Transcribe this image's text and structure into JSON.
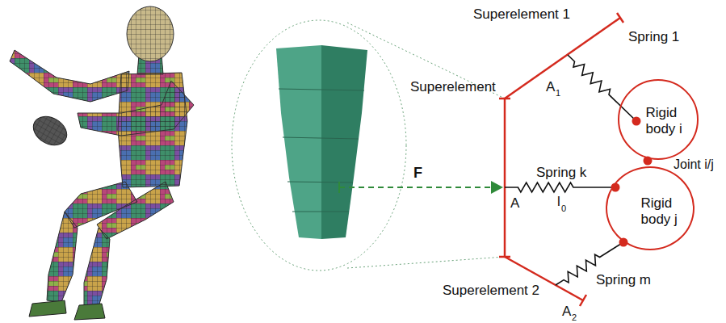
{
  "diagram": {
    "nodes": [
      {
        "text": [
          "Rigid body i"
        ]
      },
      {
        "text": [
          "Rigid body j"
        ]
      }
    ],
    "labels": [
      "Superelement 1",
      "Spring 1",
      "A",
      "1",
      "Superelement",
      "A",
      "F",
      "Spring k",
      "l",
      "0",
      "Joint i/j",
      "Superelement 2",
      "Spring m",
      "A",
      "2"
    ]
  }
}
